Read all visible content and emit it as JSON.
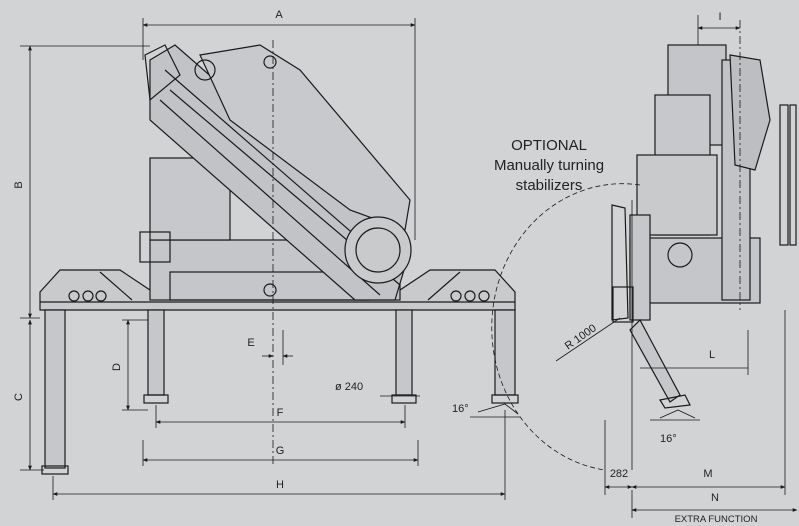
{
  "dimension_labels": {
    "A": "A",
    "B": "B",
    "C": "C",
    "D": "D",
    "E": "E",
    "F": "F",
    "G": "G",
    "H": "H",
    "I": "I",
    "L": "L",
    "M": "M",
    "N": "N"
  },
  "annotations": {
    "pad_diameter": "ø 240",
    "tilt_left": "16°",
    "tilt_right": "16°",
    "radius": "R 1000",
    "offset": "282"
  },
  "optional_note": {
    "line1": "OPTIONAL",
    "line2": "Manually turning",
    "line3": "stabilizers"
  },
  "footer": "EXTRA FUNCTION",
  "colors": {
    "background": "#d2d3d5",
    "line": "#1a1a1a",
    "shade": "#b4b5b8"
  }
}
